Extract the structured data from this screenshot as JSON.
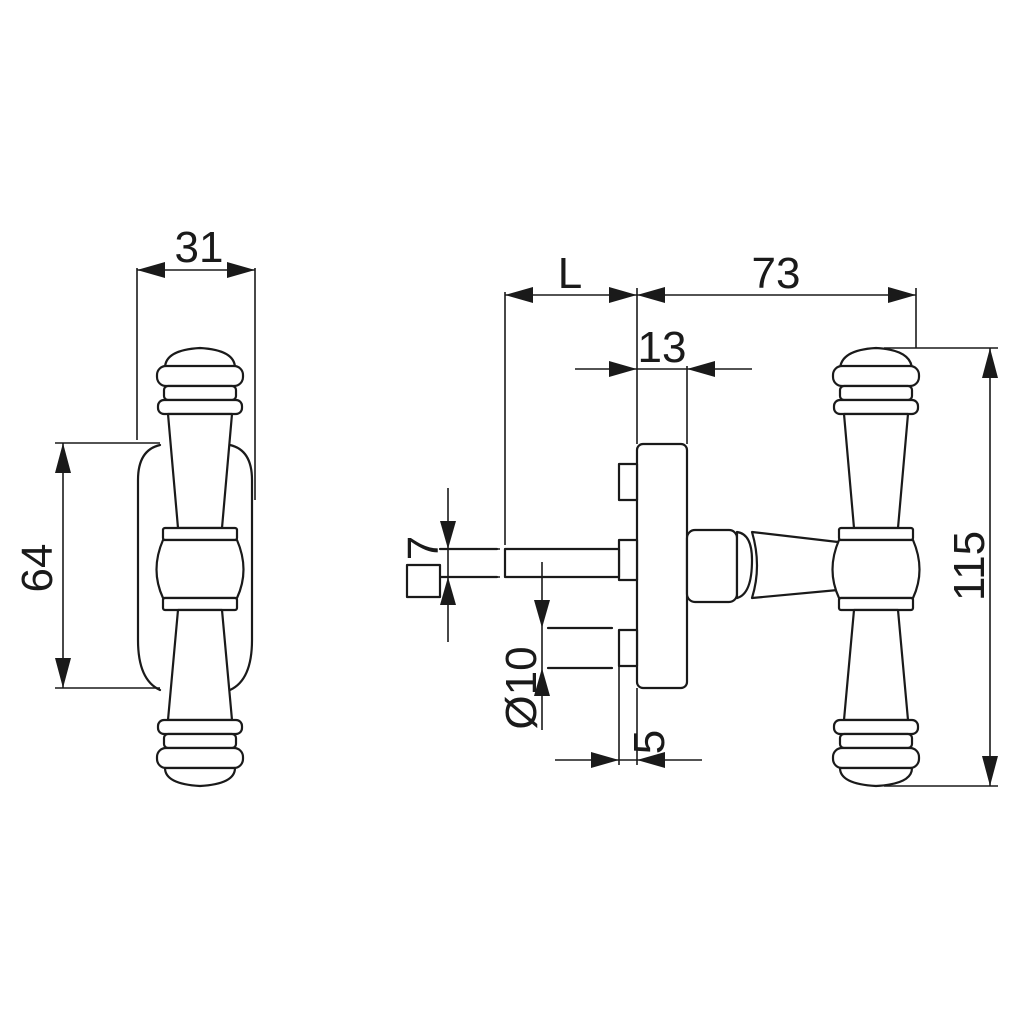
{
  "dimensions": {
    "width_31": "31",
    "height_64": "64",
    "length_L": "L",
    "length_73": "73",
    "thickness_13": "13",
    "spindle_7": "7",
    "diameter_10": "Ø10",
    "offset_5": "5",
    "height_115": "115"
  },
  "colors": {
    "line": "#1a1a1a",
    "background": "#ffffff"
  }
}
